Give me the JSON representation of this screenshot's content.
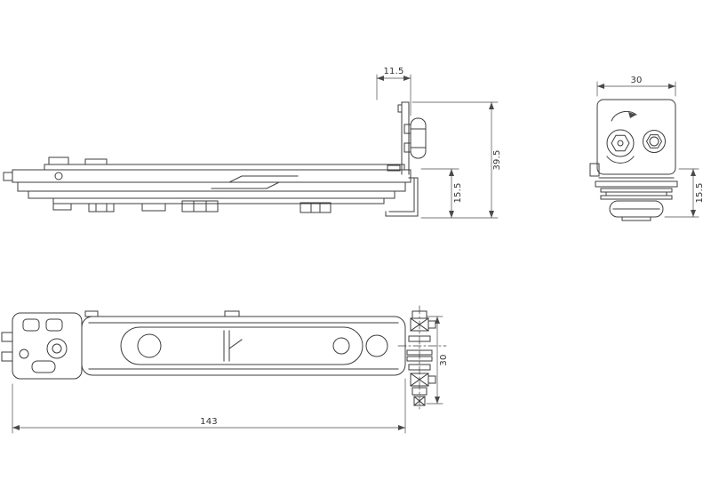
{
  "page": {
    "background": "#ffffff"
  },
  "drawing": {
    "line_color": "#3c3c3c",
    "dim_line_color": "#4a4a4a",
    "text_color": "#333333",
    "views": {
      "side": {
        "dims": {
          "offset_top": "11.5",
          "overall_height": "39.5",
          "lower_height": "15.5"
        }
      },
      "end": {
        "dims": {
          "width": "30",
          "lower_height": "15.5"
        }
      },
      "plan": {
        "dims": {
          "length": "143",
          "width": "30"
        }
      }
    }
  }
}
